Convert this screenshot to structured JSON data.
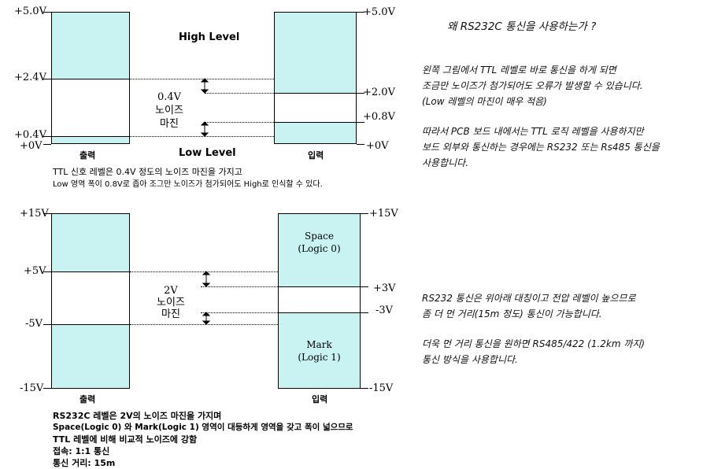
{
  "top": {
    "out_labels": [
      "+5.0V",
      "+2.4V",
      "+0.4V",
      "+0V"
    ],
    "in_labels": [
      "+5.0V",
      "+2.0V",
      "+0.8V",
      "+0V"
    ],
    "high_level": "High Level",
    "low_level": "Low Level",
    "margin_value": "0.4V",
    "margin_word1": "노이즈",
    "margin_word2": "마진",
    "out_caption": "출력",
    "in_caption": "입력",
    "note1": "TTL 신호 레벨은 0.4V 정도의 노이즈 마진을 가지고",
    "note2": "Low 영역 폭이 0.8V로 좁아 조그만 노이즈가 첨가되어도 High로 인식할 수 있다."
  },
  "bottom": {
    "out_labels": [
      "+15V",
      "+5V",
      "-5V",
      "-15V"
    ],
    "in_labels": [
      "+15V",
      "+3V",
      "-3V",
      "-15V"
    ],
    "space_label1": "Space",
    "space_label2": "(Logic 0)",
    "mark_label1": "Mark",
    "mark_label2": "(Logic 1)",
    "margin_value": "2V",
    "margin_word1": "노이즈",
    "margin_word2": "마진",
    "out_caption": "출력",
    "in_caption": "입력",
    "note1": "RS232C 레벨은 2V의 노이즈 마진을 가지며",
    "note2": "Space(Logic 0) 와 Mark(Logic 1) 영역이 대등하게 영역을 갖고 폭이 넓으므로",
    "note3": "TTL 레벨에 비해 비교적 노이즈에 강함",
    "note4": "접속: 1:1 통신",
    "note5": "통신 거리: 15m"
  },
  "right_top": {
    "title": "왜 RS232C 통신을 사용하는가 ?",
    "p1_l1": "왼쪽 그림에서 TTL 레벨로 바로 통신을 하게 되면",
    "p1_l2": "조금만 노이즈가 첨가되어도 오류가 발생할 수 있습니다.",
    "p1_l3": "(Low 레벨의 마진이 매우 적음)",
    "p2_l1": "따라서 PCB 보드 내에서는 TTL 로직 레벨을 사용하지만",
    "p2_l2": "보드 외부와 통신하는 경우에는 RS232 또는 Rs485 통신을",
    "p2_l3": "사용합니다."
  },
  "right_bottom": {
    "p1_l1": "RS232 통신은 위아래 대칭이고 전압 레벨이 높으므로",
    "p1_l2": "좀 더 먼 거리(15m 정도) 통신이 가능합니다.",
    "p2_l1": "더욱 먼 거리 통신을 원하면 RS485/422 (1.2km 까지)",
    "p2_l2": "통신 방식을 사용합니다."
  }
}
